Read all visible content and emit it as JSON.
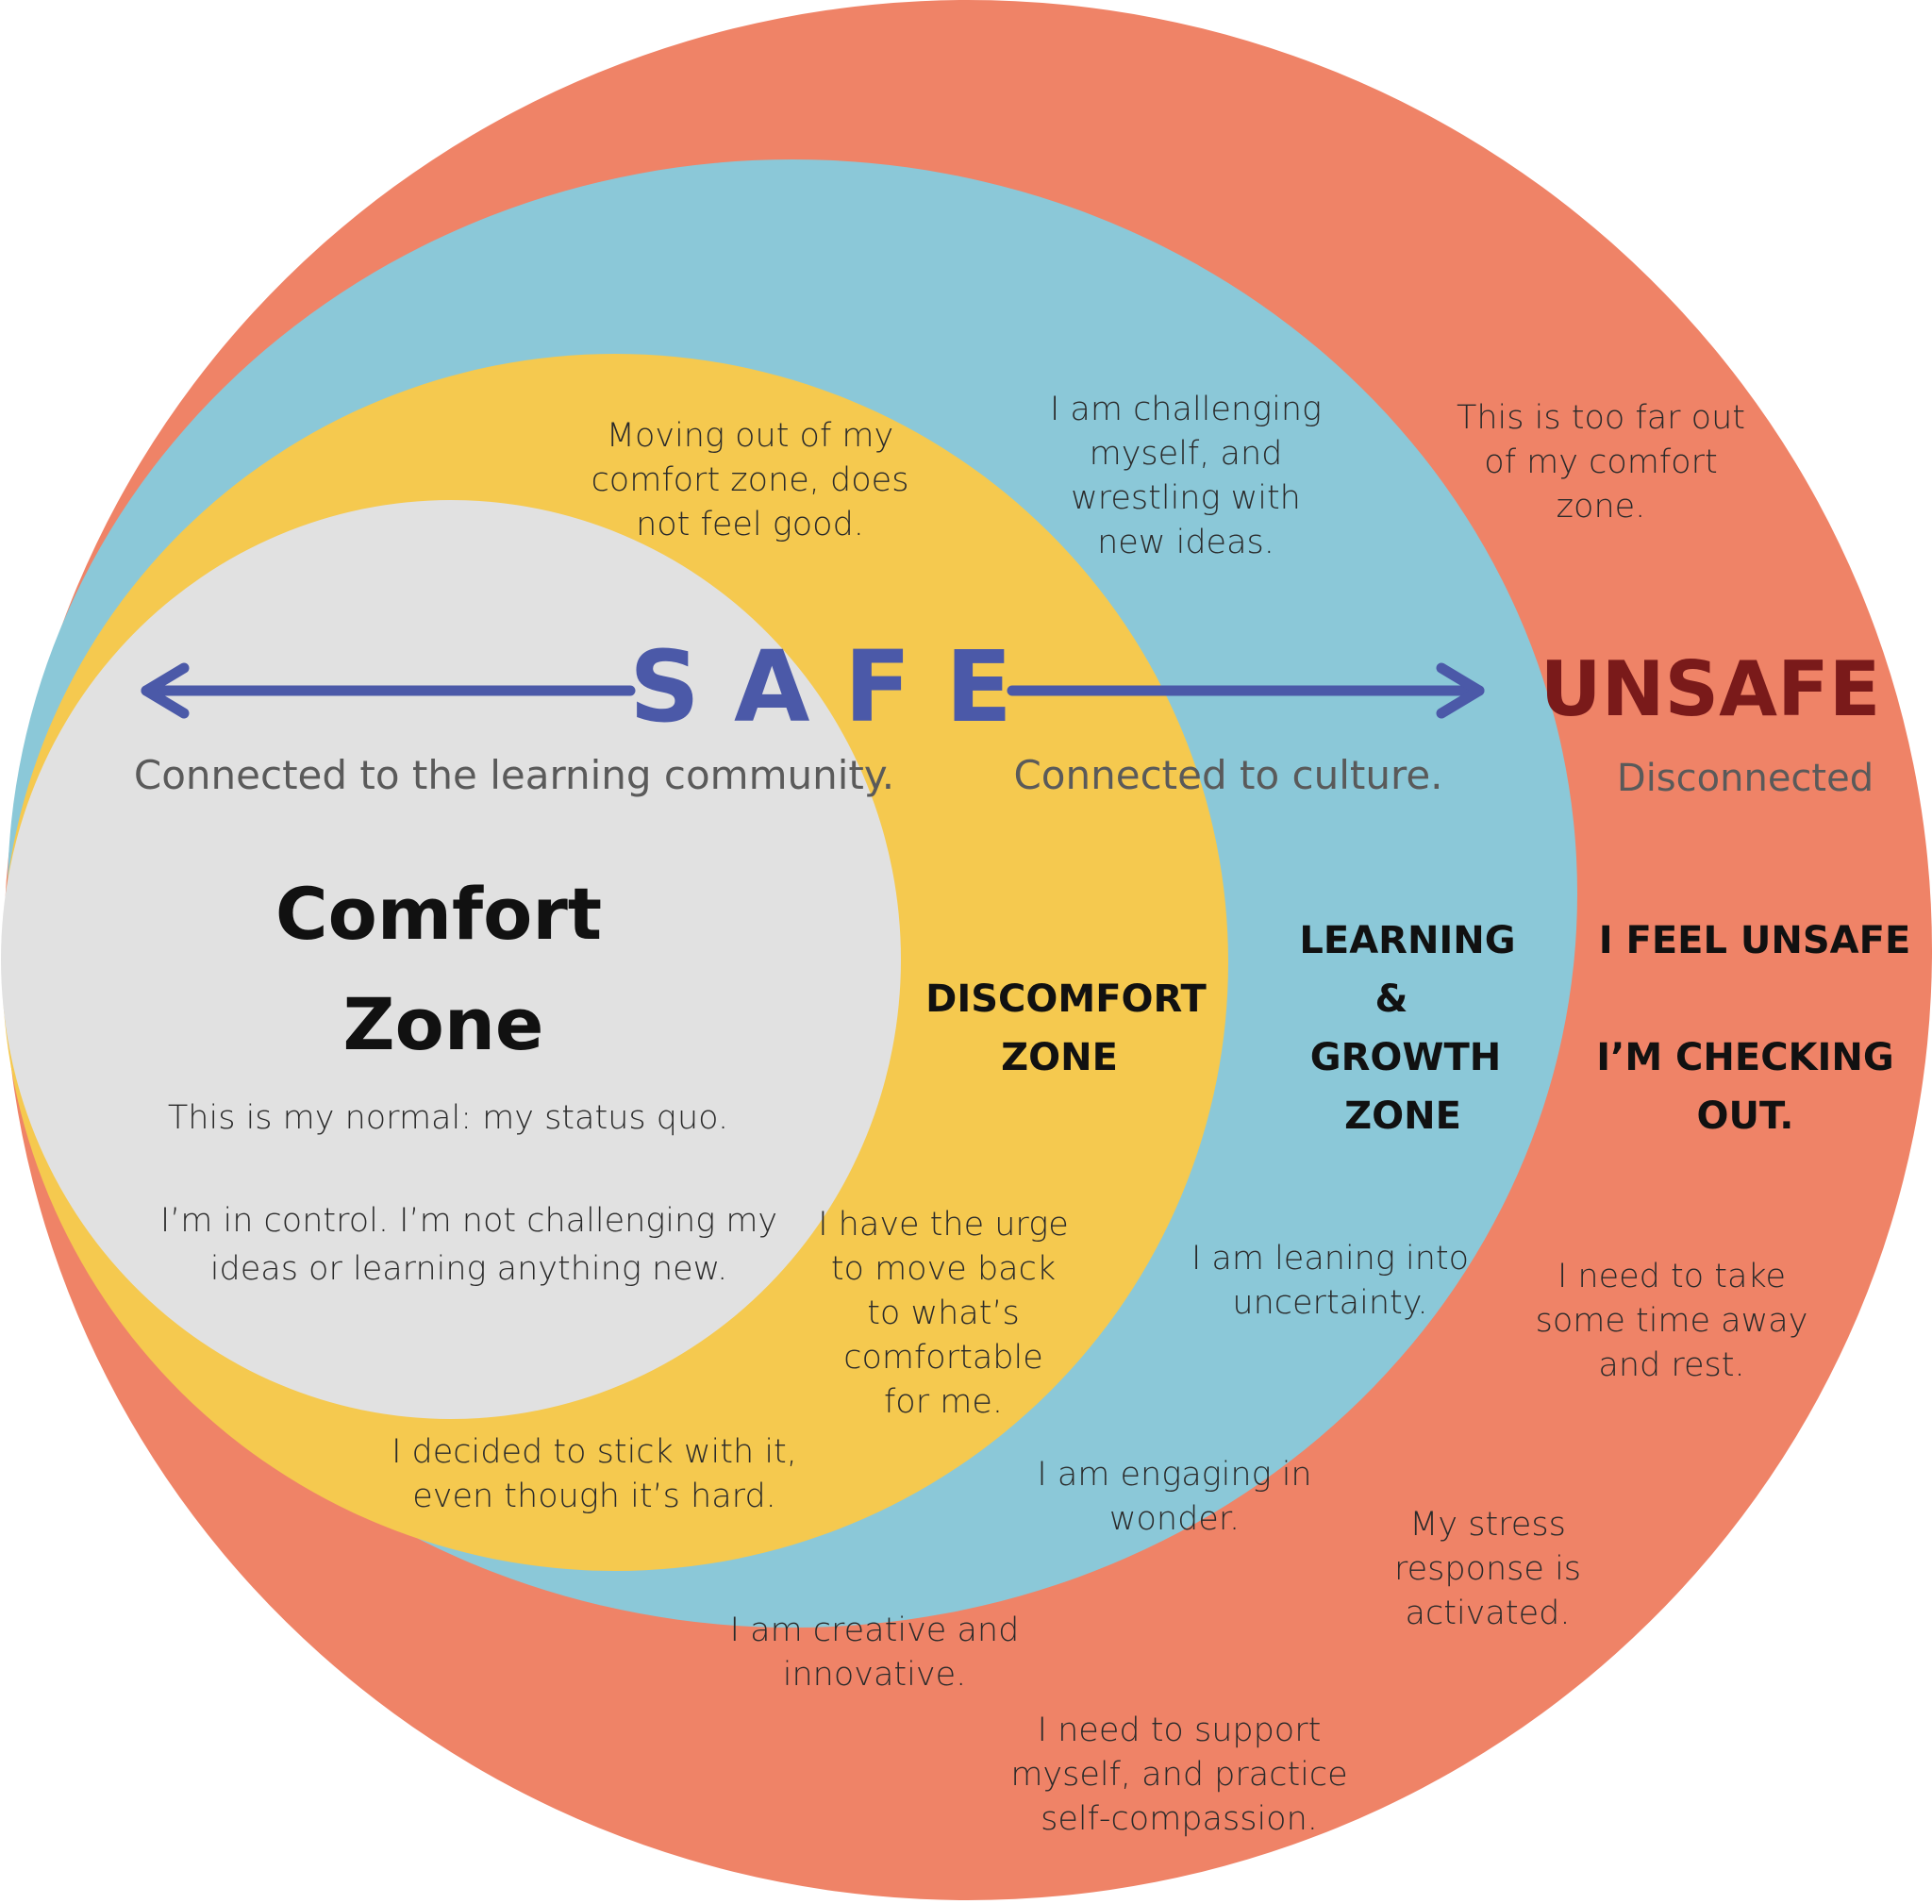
{
  "colors": {
    "unsafe_zone": "#ef8367",
    "learning_zone": "#8bc8d8",
    "discomfort_zone": "#f5c94f",
    "comfort_zone": "#e1e1e1",
    "safe_arrow": "#4b59a8",
    "unsafe_label": "#7a1a1a",
    "subtitle_text": "#5a5a5a"
  },
  "header": {
    "safe": "S A F E",
    "unsafe": "UNSAFE",
    "connected_learning": "Connected to the learning community.",
    "connected_culture": "Connected to culture.",
    "disconnected": "Disconnected"
  },
  "comfort": {
    "title_line1": "Comfort",
    "title_line2": "Zone",
    "status_quo": "This is my normal: my status quo.",
    "control_line1": "I’m in control. I’m not challenging my",
    "control_line2": "ideas or learning anything new."
  },
  "discomfort": {
    "title_line1": "DISCOMFORT",
    "title_line2": "ZONE",
    "moving": [
      "Moving out of my",
      "comfort zone, does",
      "not feel good."
    ],
    "urge": [
      "I have the urge",
      "to move back",
      "to what’s",
      "comfortable",
      "for me."
    ],
    "stick": [
      "I decided to stick with it,",
      "even though it’s hard."
    ]
  },
  "learning": {
    "title": [
      "LEARNING",
      "&",
      "GROWTH",
      "ZONE"
    ],
    "challenging": [
      "I am challenging",
      "myself, and",
      "wrestling with",
      "new ideas."
    ],
    "leaning": [
      "I am leaning into",
      "uncertainty."
    ],
    "wonder": [
      "I am engaging in",
      "wonder."
    ],
    "creative": [
      "I am creative and",
      "innovative."
    ]
  },
  "unsafe": {
    "feel_unsafe": "I FEEL UNSAFE",
    "checking_out_line1": "I’M CHECKING",
    "checking_out_line2": "OUT.",
    "too_far": [
      "This is too far out",
      "of my comfort",
      "zone."
    ],
    "time_away": [
      "I need to take",
      "some time away",
      "and rest."
    ],
    "stress": [
      "My stress",
      "response is",
      "activated."
    ],
    "support": [
      "I need to support",
      "myself, and practice",
      "self-compassion."
    ]
  }
}
